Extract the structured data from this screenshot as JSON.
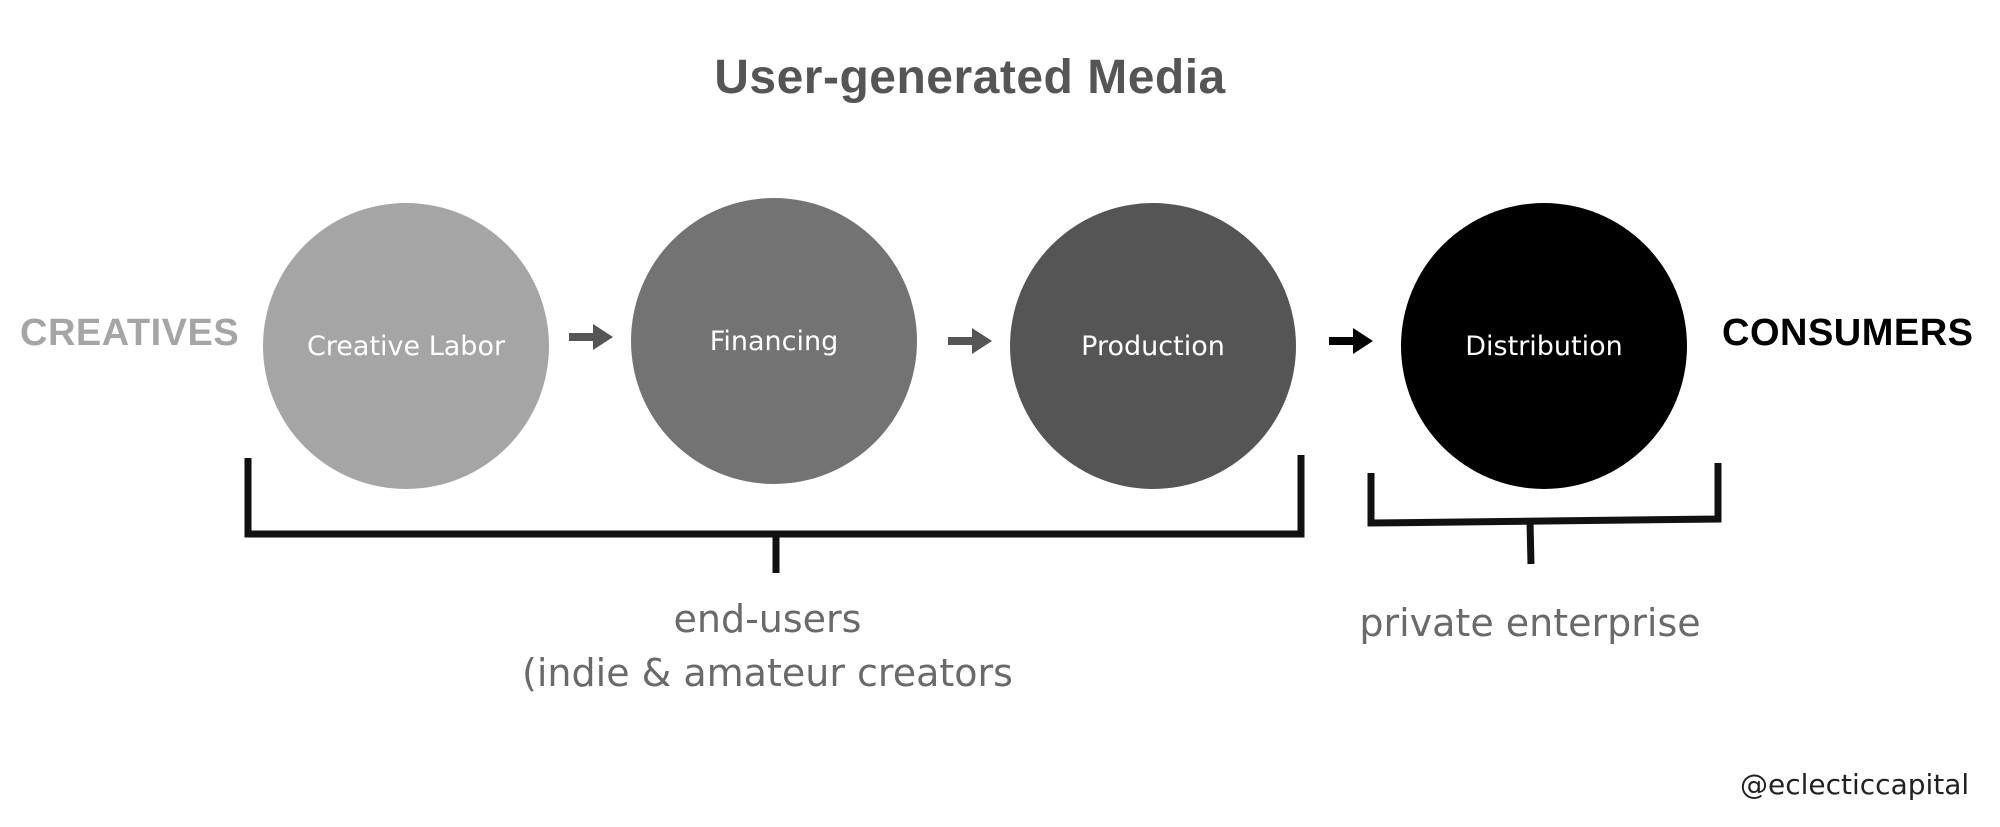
{
  "title": "User-generated Media",
  "left_label": "CREATIVES",
  "right_label": "CONSUMERS",
  "stages": [
    {
      "label": "Creative Labor",
      "color": "#a5a5a5"
    },
    {
      "label": "Financing",
      "color": "#737373"
    },
    {
      "label": "Production",
      "color": "#555555"
    },
    {
      "label": "Distribution",
      "color": "#000000"
    }
  ],
  "arrow_colors": [
    "#555555",
    "#555555",
    "#000000"
  ],
  "groups": {
    "end_users": {
      "line1": "end-users",
      "line2": "(indie & amateur creators"
    },
    "private_enterprise": "private enterprise"
  },
  "credit": "@eclecticcapital"
}
